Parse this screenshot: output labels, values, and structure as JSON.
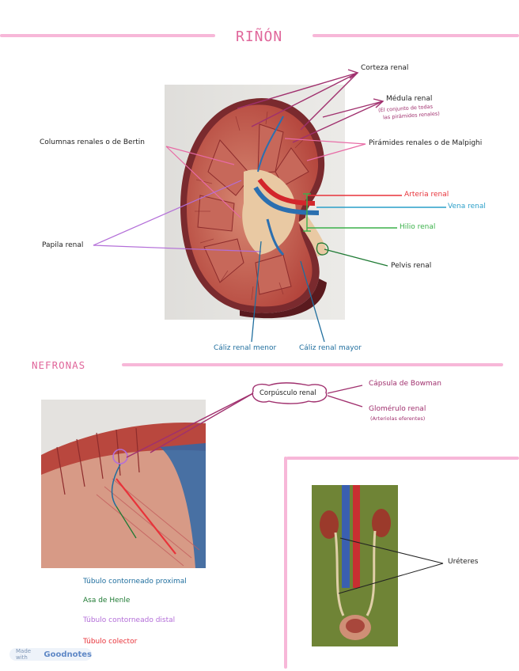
{
  "rinon": {
    "title": "RIÑÓN",
    "labels": {
      "corteza": "Corteza renal",
      "medula": "Médula renal",
      "medula_note_1": "(El conjunto de todas",
      "medula_note_2": "las pirámides renales)",
      "columnas": "Columnas renales o de Bertin",
      "piramides": "Pirámides renales o de Malpighi",
      "arteria": "Arteria renal",
      "vena": "Vena renal",
      "hilio": "Hilio renal",
      "papila": "Papila renal",
      "pelvis": "Pelvis renal",
      "caliz_menor": "Cáliz renal menor",
      "caliz_mayor": "Cáliz renal mayor"
    }
  },
  "nefronas": {
    "title": "NEFRONAS",
    "labels": {
      "corpusculo": "Corpúsculo renal",
      "capsula": "Cápsula de Bowman",
      "glomerulo": "Glomérulo renal",
      "glomerulo_note": "(Arteriolas eferentes)",
      "tubulo_proximal": "Túbulo contorneado proximal",
      "asa_henle": "Asa de Henle",
      "tubulo_distal": "Túbulo contorneado distal",
      "tubulo_colector": "Túbulo colector",
      "ureteres": "Uréteres"
    }
  },
  "footer": {
    "made_with": "Made with",
    "brand": "Goodnotes"
  },
  "colors": {
    "rule": "#f7b7d8",
    "title": "#e0679b",
    "arteria": "#e8333a",
    "vena": "#2a9fc9",
    "hilio": "#3bb14a",
    "pelvis": "#1f7a34",
    "caliz": "#1f6e9e",
    "papila": "#b36ed8",
    "columnas": "#e86aa5",
    "corteza": "#a0306e",
    "capsula": "#a0306e",
    "tubulo_proximal": "#1f6e9e",
    "asa_henle": "#1f7a34",
    "tubulo_distal": "#b36ed8",
    "tubulo_colector": "#e8333a"
  }
}
